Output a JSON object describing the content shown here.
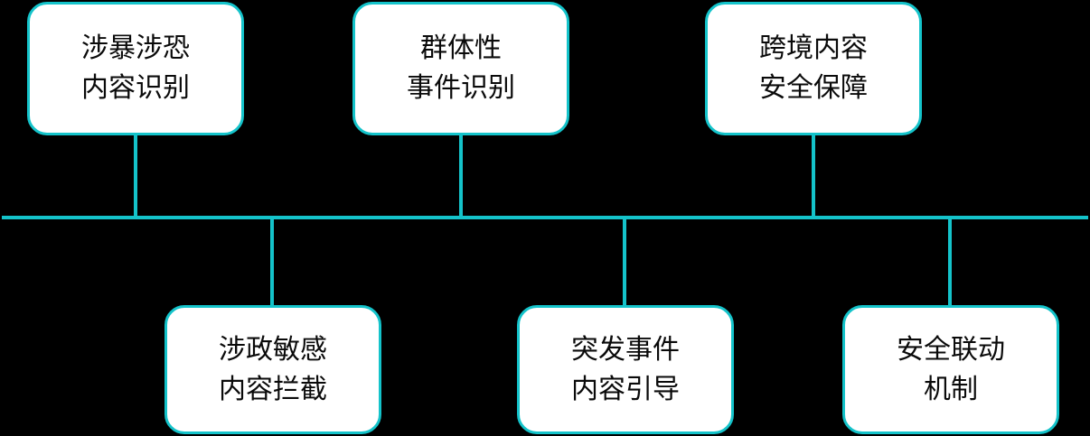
{
  "diagram": {
    "background_color": "#000000",
    "accent_color": "#14c3ca",
    "box_fill_color": "#ffffff",
    "text_color": "#0a0a0a",
    "top_boxes": [
      {
        "line1": "涉暴涉恐",
        "line2": "内容识别"
      },
      {
        "line1": "群体性",
        "line2": "事件识别"
      },
      {
        "line1": "跨境内容",
        "line2": "安全保障"
      }
    ],
    "bottom_boxes": [
      {
        "line1": "涉政敏感",
        "line2": "内容拦截"
      },
      {
        "line1": "突发事件",
        "line2": "内容引导"
      },
      {
        "line1": "安全联动",
        "line2": "机制"
      }
    ]
  }
}
